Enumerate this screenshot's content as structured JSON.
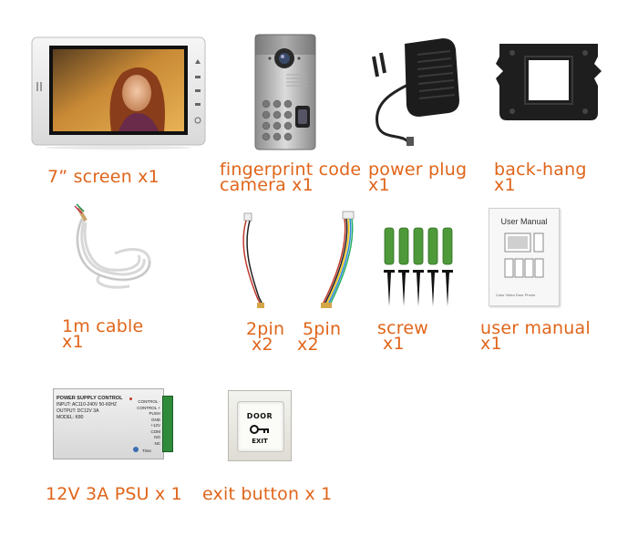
{
  "items": [
    {
      "id": "screen",
      "label": [
        "7” screen x1"
      ]
    },
    {
      "id": "camera",
      "label": [
        "fingerprint code",
        "camera x1"
      ]
    },
    {
      "id": "power-plug",
      "label": [
        "power plug",
        "x1"
      ]
    },
    {
      "id": "back-hang",
      "label": [
        "back-hang",
        "x1"
      ]
    },
    {
      "id": "cable",
      "label": [
        "1m cable",
        "x1"
      ]
    },
    {
      "id": "pin2",
      "label": [
        "2pin",
        "x2"
      ]
    },
    {
      "id": "pin5",
      "label": [
        "5pin",
        "x2"
      ]
    },
    {
      "id": "screw",
      "label": [
        "screw",
        "x1"
      ]
    },
    {
      "id": "manual",
      "label": [
        "user manual",
        "x1"
      ]
    },
    {
      "id": "psu",
      "label": [
        "12V 3A PSU x 1"
      ]
    },
    {
      "id": "exit",
      "label": [
        "exit button x 1"
      ]
    }
  ],
  "manual_cover": {
    "title": "User Manual",
    "footer": "Color Video Door Phone"
  },
  "psu_text": {
    "title": "POWER SUPPLY CONTROL",
    "input": "INPUT: AC110-240V  50-60HZ",
    "output": "OUTPUT: DC12V  3A",
    "model": "MODEL: K80",
    "terminals": [
      "CONTROL -",
      "CONTROL +",
      "PUSH",
      "GND",
      "+12V",
      "COM",
      "NO",
      "NC"
    ],
    "time": "Time"
  },
  "exit_text": {
    "door": "DOOR",
    "exit": "EXIT"
  },
  "colors": {
    "label": "#e0651a"
  }
}
